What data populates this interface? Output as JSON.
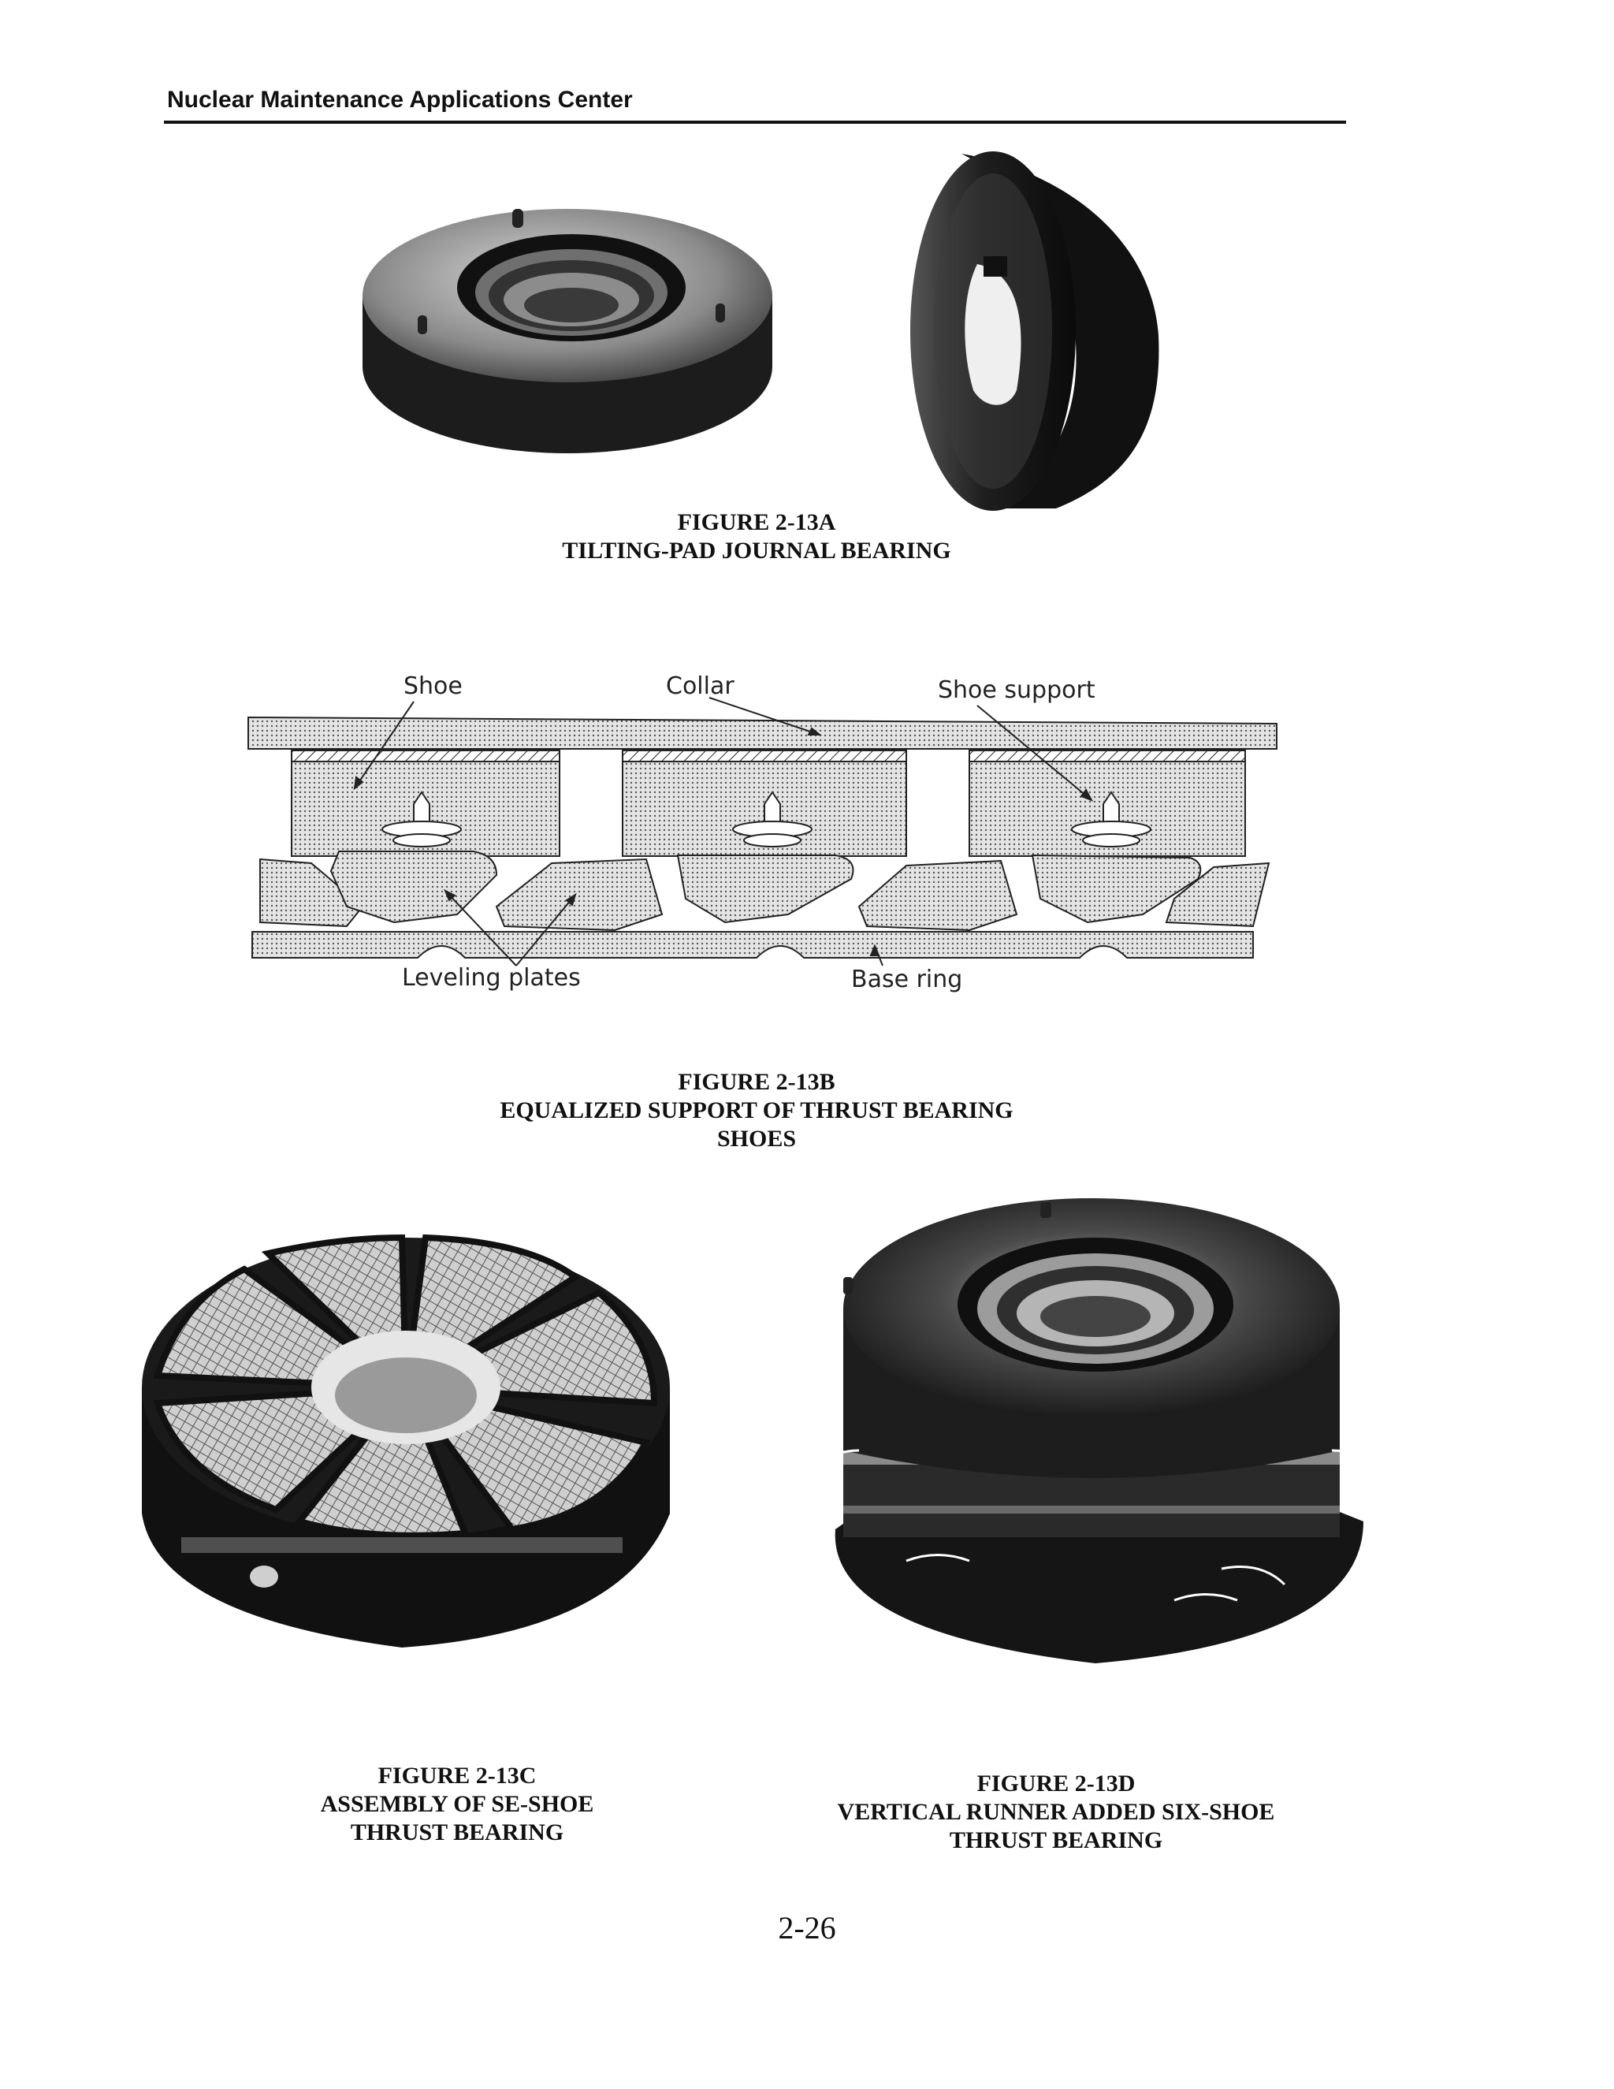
{
  "header": {
    "title": "Nuclear Maintenance Applications Center"
  },
  "figures": {
    "a": {
      "number": "FIGURE 2-13A",
      "title": "TILTING-PAD JOURNAL BEARING"
    },
    "b": {
      "number": "FIGURE 2-13B",
      "title_line1": "EQUALIZED SUPPORT OF THRUST BEARING",
      "title_line2": "SHOES",
      "labels": {
        "shoe": "Shoe",
        "collar": "Collar",
        "shoe_support": "Shoe support",
        "leveling_plates": "Leveling plates",
        "base_ring": "Base ring"
      }
    },
    "c": {
      "number": "FIGURE 2-13C",
      "title_line1": "ASSEMBLY OF SE-SHOE",
      "title_line2": "THRUST BEARING"
    },
    "d": {
      "number": "FIGURE 2-13D",
      "title_line1": "VERTICAL RUNNER ADDED SIX-SHOE",
      "title_line2": "THRUST BEARING"
    }
  },
  "footer": {
    "page_number": "2-26"
  }
}
